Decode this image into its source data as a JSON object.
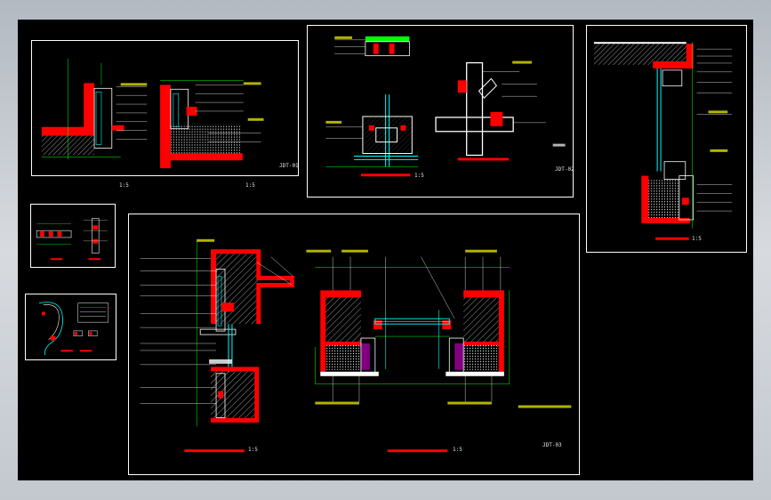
{
  "colors": {
    "canvas": "#000000",
    "frame": "#c6cbd2",
    "sheet_border": "#ffffff",
    "section_fill": "#ff0000",
    "hatch": "#ffffff",
    "dimension": "#00ff00",
    "annotation": "#ffffff",
    "detail_line": "#00ffff",
    "label_text": "#ffff00",
    "insulation": "#ff00ff"
  },
  "sheets": {
    "top_left": {
      "scale_left": "1:5",
      "scale_right": "1:5",
      "sheet_no": "JDT-01"
    },
    "top_middle": {
      "scale": "1:5",
      "sheet_no": "JDT-02"
    },
    "right": {
      "scale": "1:5"
    },
    "bottom_large": {
      "scale_left": "1:5",
      "scale_right": "1:5",
      "sheet_no": "JDT-03"
    }
  }
}
